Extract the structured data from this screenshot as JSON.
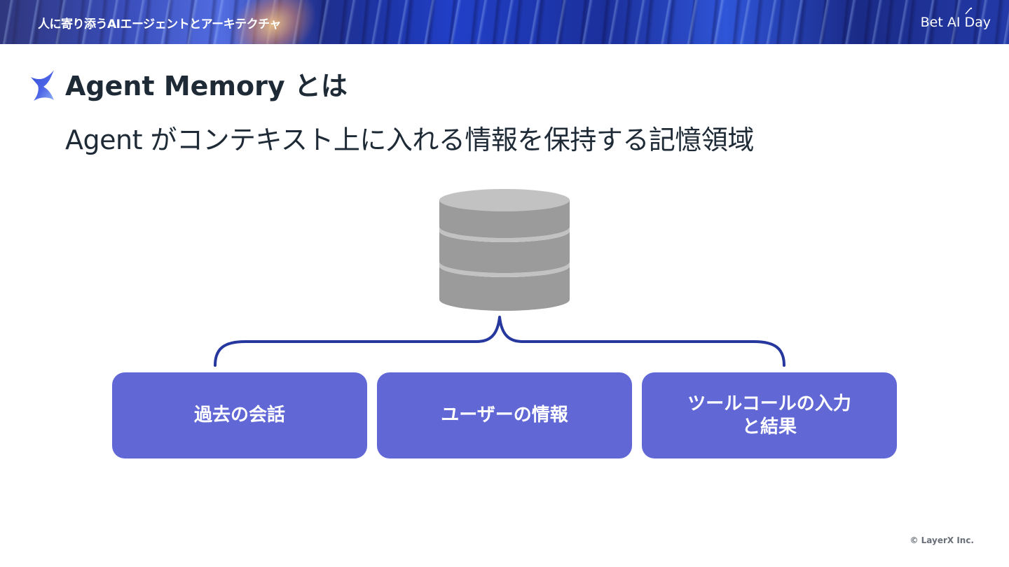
{
  "banner": {
    "title": "人に寄り添うAIエージェントとアーキテクチャ",
    "brand": "Bet AI Day"
  },
  "slide": {
    "heading": "Agent Memory とは",
    "subheading": "Agent がコンテキスト上に入れる情報を保持する記憶領域"
  },
  "diagram": {
    "database_icon": "database-icon",
    "boxes": [
      {
        "label": "過去の会話"
      },
      {
        "label": "ユーザーの情報"
      },
      {
        "label": "ツールコールの入力\nと結果"
      }
    ]
  },
  "footer": {
    "copyright": "© LayerX Inc."
  },
  "colors": {
    "box_fill": "#6168d6",
    "brace_stroke": "#26389e",
    "db_gray": "#9b9b9b",
    "db_light": "#c2c2c2",
    "text_dark": "#1e2a36"
  }
}
